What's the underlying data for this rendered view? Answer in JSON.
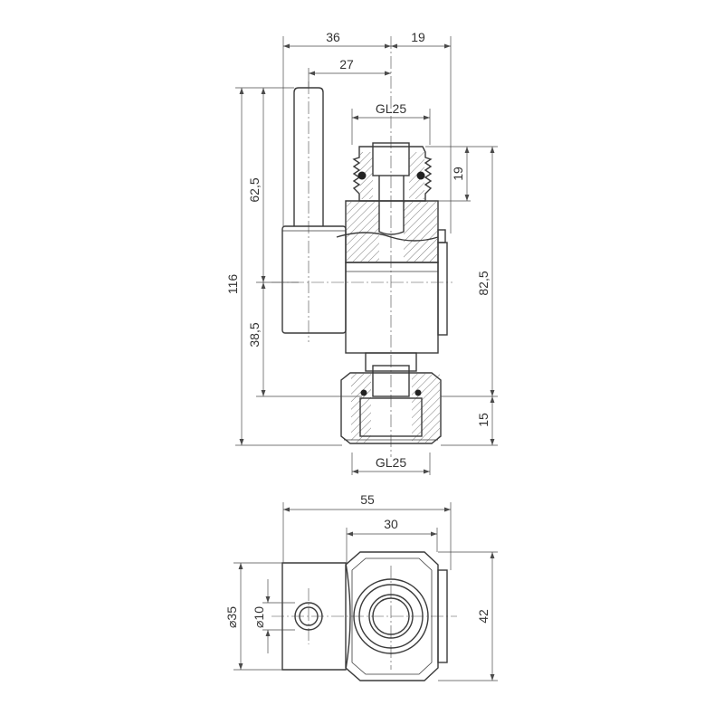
{
  "side_view": {
    "dim_36": "36",
    "dim_19_top": "19",
    "dim_27": "27",
    "dim_gl25_top": "GL25",
    "dim_19_right": "19",
    "dim_62_5": "62,5",
    "dim_116": "116",
    "dim_38_5": "38,5",
    "dim_82_5": "82,5",
    "dim_15": "15",
    "dim_gl25_bottom": "GL25"
  },
  "top_view": {
    "dim_55": "55",
    "dim_30": "30",
    "dim_d35": "⌀35",
    "dim_d10": "⌀10",
    "dim_42": "42"
  }
}
